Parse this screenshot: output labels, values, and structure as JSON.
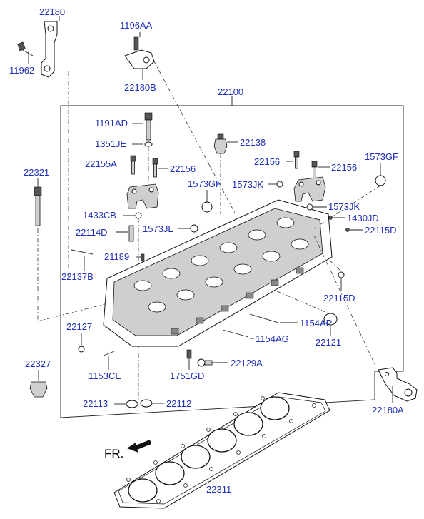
{
  "labels": {
    "p22180": "22180",
    "p11962": "11962",
    "p1196AA": "1196AA",
    "p22180B": "22180B",
    "p22100": "22100",
    "p1191AD": "1191AD",
    "p1351JE": "1351JE",
    "p22138": "22138",
    "p22155A": "22155A",
    "p22156_left": "22156",
    "p22156_right_a": "22156",
    "p22156_right_b": "22156",
    "p1573GF_top": "1573GF",
    "p1573GF_mid": "1573GF",
    "p1573JK_a": "1573JK",
    "p1573JK_b": "1573JK",
    "p22321": "22321",
    "p1433CB": "1433CB",
    "p22114D": "22114D",
    "p1573JL": "1573JL",
    "p1430JD": "1430JD",
    "p22115D_a": "22115D",
    "p22115D_b": "22115D",
    "p21189": "21189",
    "p22137B": "22137B",
    "p1154AP": "1154AP",
    "p1154AG": "1154AG",
    "p22127": "22127",
    "p22121": "22121",
    "p22327": "22327",
    "p1153CE": "1153CE",
    "p1751GD": "1751GD",
    "p22129A": "22129A",
    "p22180A": "22180A",
    "p22113": "22113",
    "p22112": "22112",
    "p22311": "22311"
  },
  "fr_label": "FR.",
  "colors": {
    "label": "#1f2fb8",
    "line": "#222222"
  }
}
